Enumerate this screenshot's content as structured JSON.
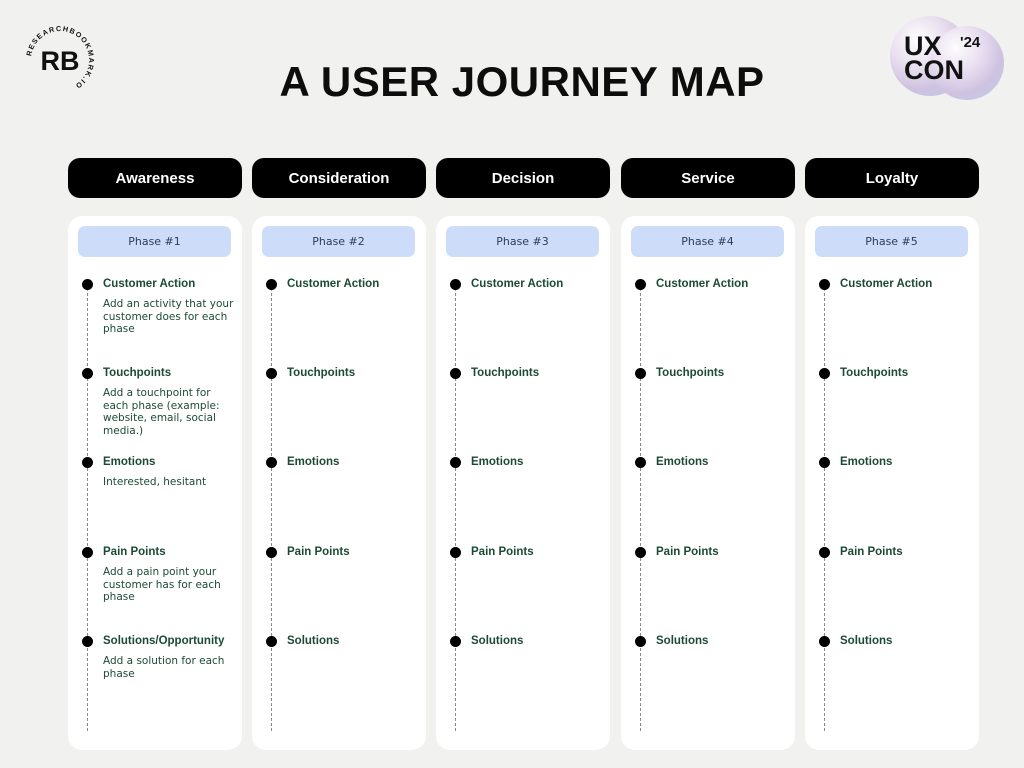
{
  "header": {
    "title": "A USER JOURNEY MAP",
    "logo_left": {
      "text": "RESEARCHBOOKMARK.IO",
      "monogram": "RB"
    },
    "logo_right": {
      "line1": "UX",
      "line2": "CON",
      "superscript": "'24"
    }
  },
  "stages": [
    {
      "name": "Awareness",
      "phase": "Phase #1",
      "sections": [
        {
          "title": "Customer Action",
          "desc": "Add an activity that your customer does for each phase"
        },
        {
          "title": "Touchpoints",
          "desc": "Add a touchpoint for each phase (example: website, email, social media.)"
        },
        {
          "title": "Emotions",
          "desc": "Interested, hesitant"
        },
        {
          "title": "Pain Points",
          "desc": "Add a pain point your customer has for each phase"
        },
        {
          "title": "Solutions/Opportunity",
          "desc": "Add a solution for each phase"
        }
      ]
    },
    {
      "name": "Consideration",
      "phase": "Phase #2",
      "sections": [
        {
          "title": "Customer Action",
          "desc": ""
        },
        {
          "title": "Touchpoints",
          "desc": ""
        },
        {
          "title": "Emotions",
          "desc": ""
        },
        {
          "title": "Pain Points",
          "desc": ""
        },
        {
          "title": "Solutions",
          "desc": ""
        }
      ]
    },
    {
      "name": "Decision",
      "phase": "Phase #3",
      "sections": [
        {
          "title": "Customer Action",
          "desc": ""
        },
        {
          "title": "Touchpoints",
          "desc": ""
        },
        {
          "title": "Emotions",
          "desc": ""
        },
        {
          "title": "Pain Points",
          "desc": ""
        },
        {
          "title": "Solutions",
          "desc": ""
        }
      ]
    },
    {
      "name": "Service",
      "phase": "Phase #4",
      "sections": [
        {
          "title": "Customer Action",
          "desc": ""
        },
        {
          "title": "Touchpoints",
          "desc": ""
        },
        {
          "title": "Emotions",
          "desc": ""
        },
        {
          "title": "Pain Points",
          "desc": ""
        },
        {
          "title": "Solutions",
          "desc": ""
        }
      ]
    },
    {
      "name": "Loyalty",
      "phase": "Phase #5",
      "sections": [
        {
          "title": "Customer Action",
          "desc": ""
        },
        {
          "title": "Touchpoints",
          "desc": ""
        },
        {
          "title": "Emotions",
          "desc": ""
        },
        {
          "title": "Pain Points",
          "desc": ""
        },
        {
          "title": "Solutions",
          "desc": ""
        }
      ]
    }
  ]
}
